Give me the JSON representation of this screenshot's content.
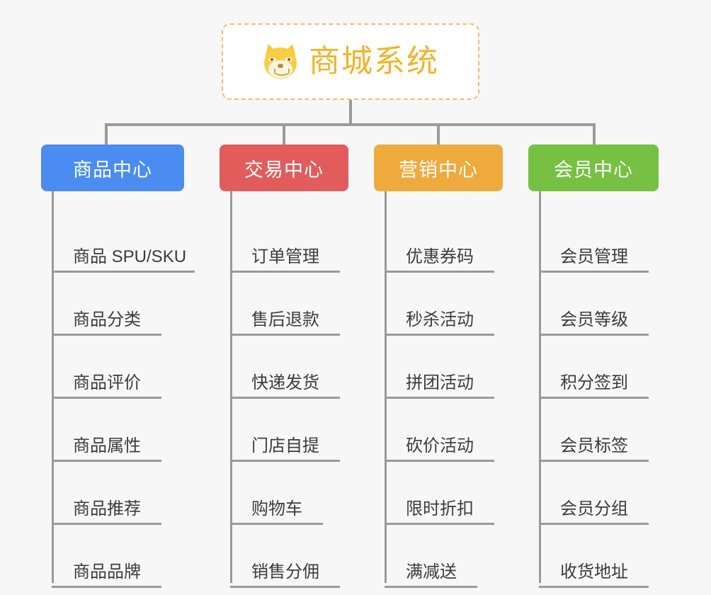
{
  "diagram": {
    "title": "商城系统",
    "root_icon": "dog-face-icon",
    "background_color": "#f7f7f7",
    "root_border_color": "#f0c060",
    "root_text_color": "#f0b429",
    "connector_color": "#9a9a9a",
    "branches": [
      {
        "id": "product-center",
        "label": "商品中心",
        "color": "#4a8cf0",
        "items": [
          "商品 SPU/SKU",
          "商品分类",
          "商品评价",
          "商品属性",
          "商品推荐",
          "商品品牌"
        ]
      },
      {
        "id": "trade-center",
        "label": "交易中心",
        "color": "#e25c5c",
        "items": [
          "订单管理",
          "售后退款",
          "快递发货",
          "门店自提",
          "购物车",
          "销售分佣"
        ]
      },
      {
        "id": "marketing-center",
        "label": "营销中心",
        "color": "#eeaa3c",
        "items": [
          "优惠券码",
          "秒杀活动",
          "拼团活动",
          "砍价活动",
          "限时折扣",
          "满减送"
        ]
      },
      {
        "id": "member-center",
        "label": "会员中心",
        "color": "#76c043",
        "items": [
          "会员管理",
          "会员等级",
          "积分签到",
          "会员标签",
          "会员分组",
          "收货地址"
        ]
      }
    ]
  }
}
